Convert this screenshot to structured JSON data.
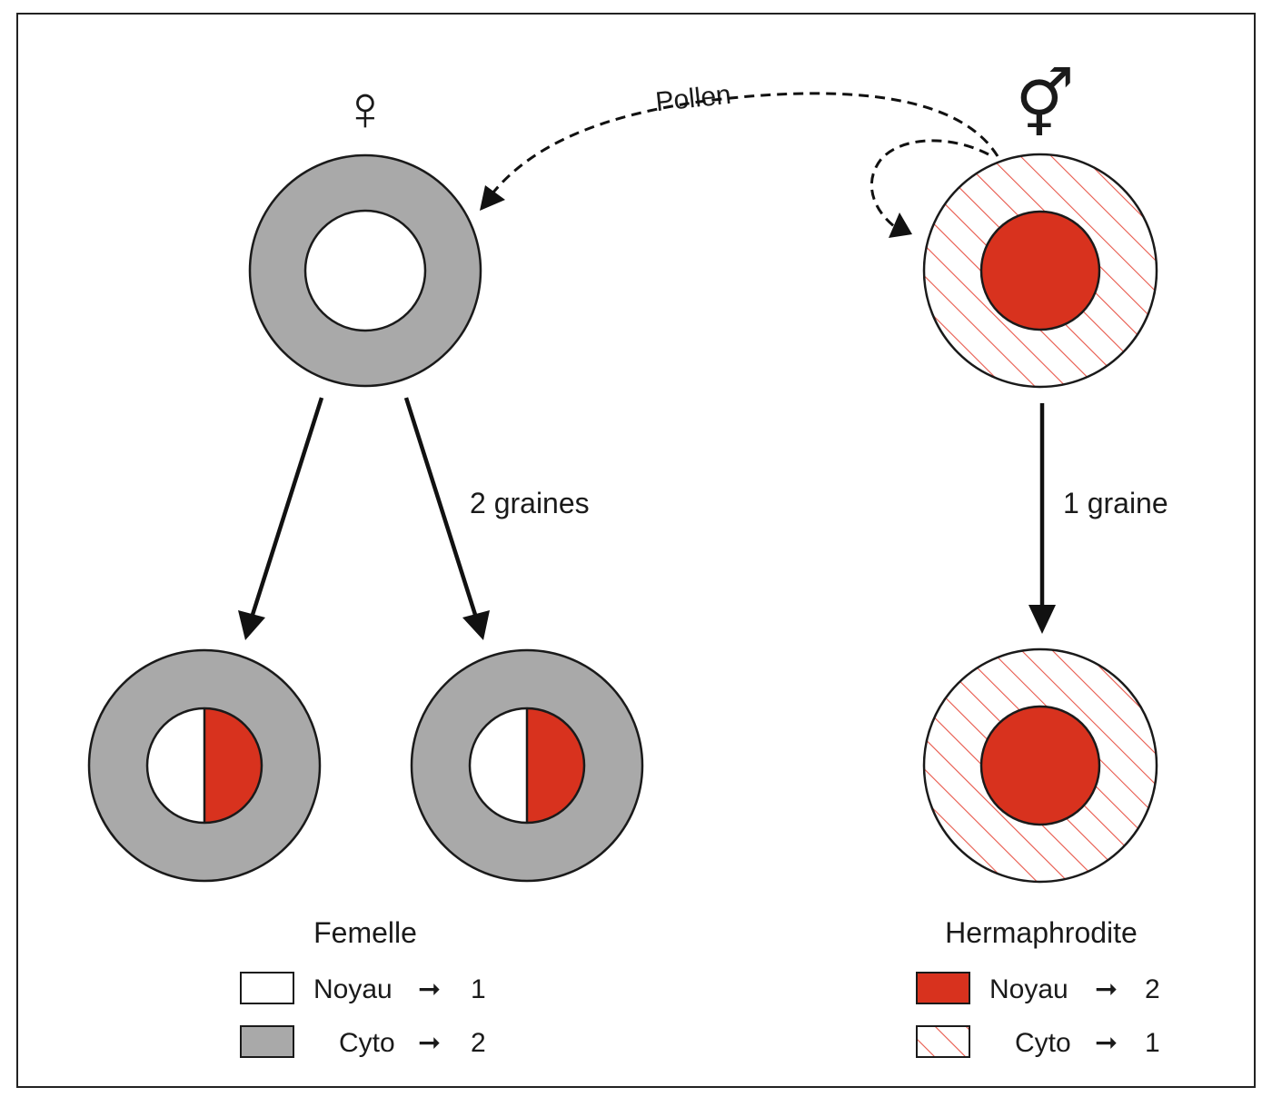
{
  "symbols": {
    "female": "♀",
    "hermaphrodite": "⚥"
  },
  "labels": {
    "pollen": "Pollen",
    "female_seeds": "2 graines",
    "herm_seeds": "1 graine",
    "female_title": "Femelle",
    "herm_title": "Hermaphrodite"
  },
  "legend": {
    "female": [
      {
        "term": "Noyau",
        "arrow": "➞",
        "value": "1"
      },
      {
        "term": "Cyto",
        "arrow": "➞",
        "value": "2"
      }
    ],
    "herm": [
      {
        "term": "Noyau",
        "arrow": "➞",
        "value": "2"
      },
      {
        "term": "Cyto",
        "arrow": "➞",
        "value": "1"
      }
    ]
  },
  "colors": {
    "grey_cytoplasm": "#a9a9a9",
    "red_nucleus": "#d8321e",
    "hatch_red": "#e8574a",
    "outline": "#1a1a1a"
  }
}
